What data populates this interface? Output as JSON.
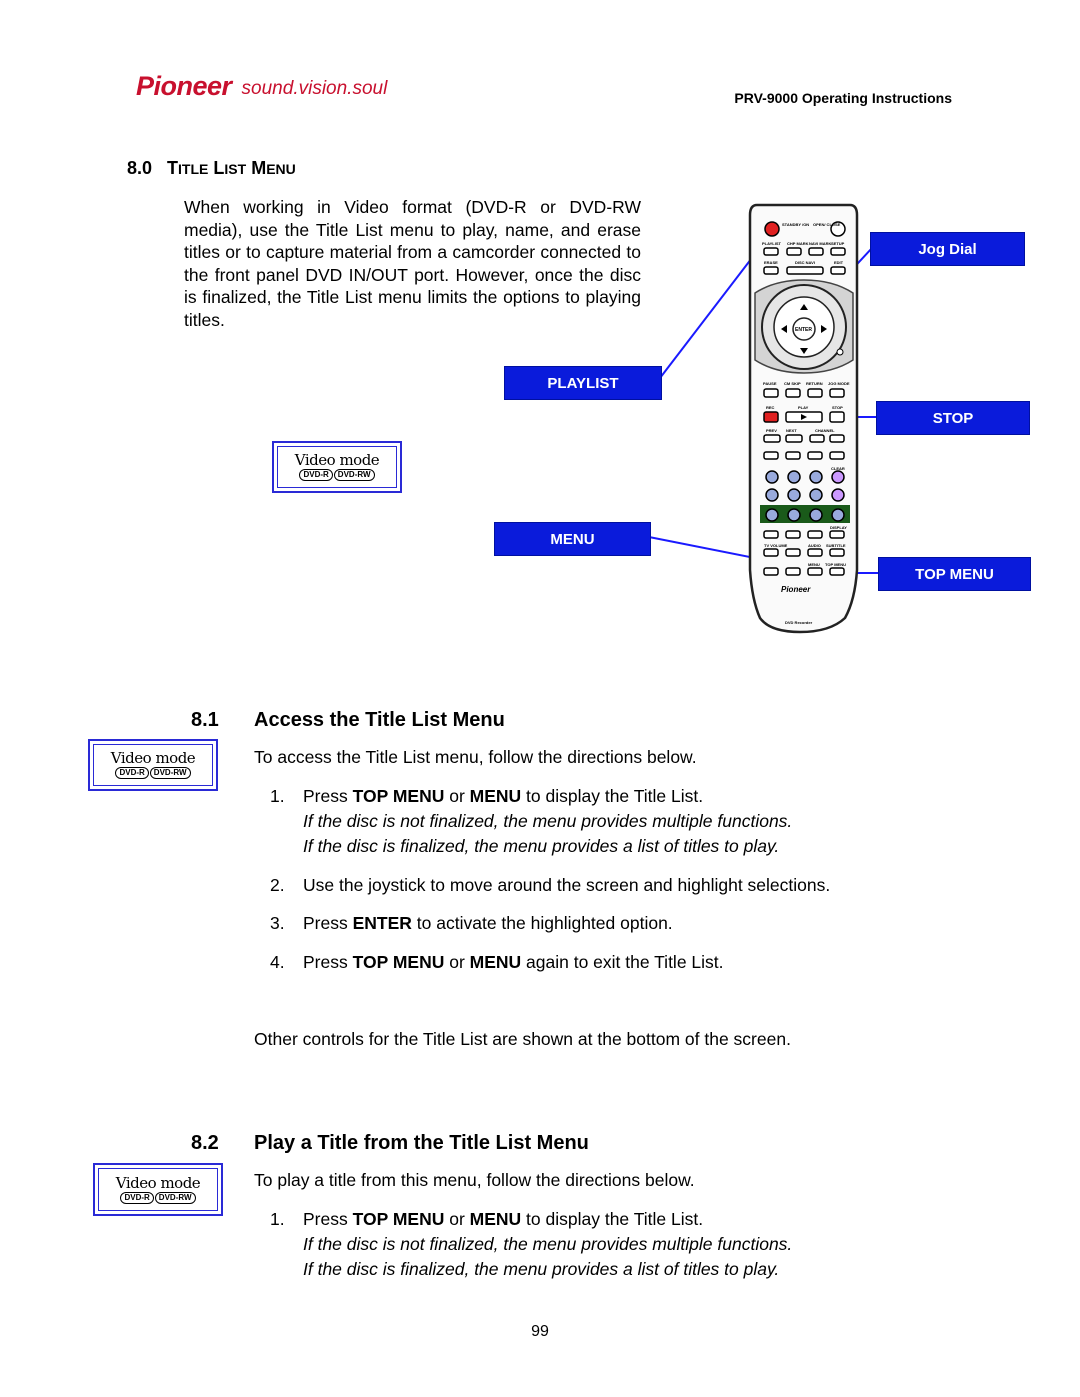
{
  "header": {
    "logo_word": "Pioneer",
    "logo_tagline": "sound.vision.soul",
    "doc_title": "PRV-9000 Operating Instructions"
  },
  "section_8_0": {
    "number": "8.0",
    "title_parts": [
      {
        "big": "T",
        "small": "ITLE"
      },
      {
        "big": "L",
        "small": "IST"
      },
      {
        "big": "M",
        "small": "ENU"
      }
    ],
    "intro": "When working in Video format (DVD-R or DVD-RW media), use the Title List menu to play, name, and erase titles or to capture material from a camcorder connected to the front panel DVD IN/OUT port. However, once the disc is finalized, the Title List menu limits the options to playing titles."
  },
  "callouts": {
    "jog_dial": "Jog Dial",
    "playlist": "PLAYLIST",
    "stop": "STOP",
    "menu": "MENU",
    "top_menu": "TOP MENU"
  },
  "video_mode_badge": {
    "title": "Video mode",
    "dvd_r": "DVD-R",
    "dvd_rw": "DVD-RW"
  },
  "remote": {
    "brand": "Pioneer",
    "model": "DVD Recorder",
    "enter": "ENTER",
    "labels": {
      "standby": "STANDBY /ON",
      "open": "OPEN/ CLOSE",
      "playlist": "PLAYLIST",
      "chp_mark": "CHP MARK",
      "navi_mark": "NAVI MARK",
      "setup": "SETUP",
      "erase": "ERASE",
      "disc_navi": "DISC NAVI",
      "edit": "EDIT",
      "pause": "PAUSE",
      "cm_skip": "CM SKIP",
      "return": "RETURN",
      "jog_mode": "JOG MODE",
      "rec": "REC",
      "play": "PLAY",
      "stop": "STOP",
      "prev": "PREV",
      "next": "NEXT",
      "channel": "CHANNEL",
      "clear": "CLEAR",
      "tv_volume": "TV VOLUME",
      "audio": "AUDIO",
      "subtitle": "SUBTITLE",
      "display": "DISPLAY",
      "menu": "MENU",
      "top_menu": "TOP MENU"
    }
  },
  "section_8_1": {
    "number": "8.1",
    "title": "Access the Title List Menu",
    "intro": "To access the Title List menu, follow the directions below.",
    "steps": [
      {
        "num": "1.",
        "pre": "Press ",
        "b1": "TOP MENU",
        "mid": " or ",
        "b2": "MENU",
        "post": " to display the Title List."
      },
      {
        "num": "2.",
        "text": "Use the joystick to move around the screen and highlight selections."
      },
      {
        "num": "3.",
        "pre": "Press ",
        "b1": "ENTER",
        "post": " to activate the highlighted option."
      },
      {
        "num": "4.",
        "pre": "Press ",
        "b1": "TOP MENU",
        "mid": " or ",
        "b2": "MENU",
        "post": " again to exit the Title List."
      }
    ],
    "note_1": "If the disc is not finalized, the menu provides multiple functions.",
    "note_2": "If the disc is finalized, the menu provides a list of titles to play.",
    "footer": "Other controls for the Title List are shown at the bottom of the screen."
  },
  "section_8_2": {
    "number": "8.2",
    "title": "Play a Title from the Title List Menu",
    "intro": "To play a title from this menu, follow the directions below.",
    "step_1": {
      "num": "1.",
      "pre": "Press ",
      "b1": "TOP MENU",
      "mid": " or ",
      "b2": "MENU",
      "post": " to display the Title List."
    },
    "note_1": "If the disc is not finalized, the menu provides multiple functions.",
    "note_2": "If the disc is finalized, the menu provides a list of titles to play."
  },
  "page_number": "99",
  "colors": {
    "callout_blue": "#0a1bdb",
    "brand_red": "#c8102e",
    "badge_border": "#2a2ad6"
  }
}
